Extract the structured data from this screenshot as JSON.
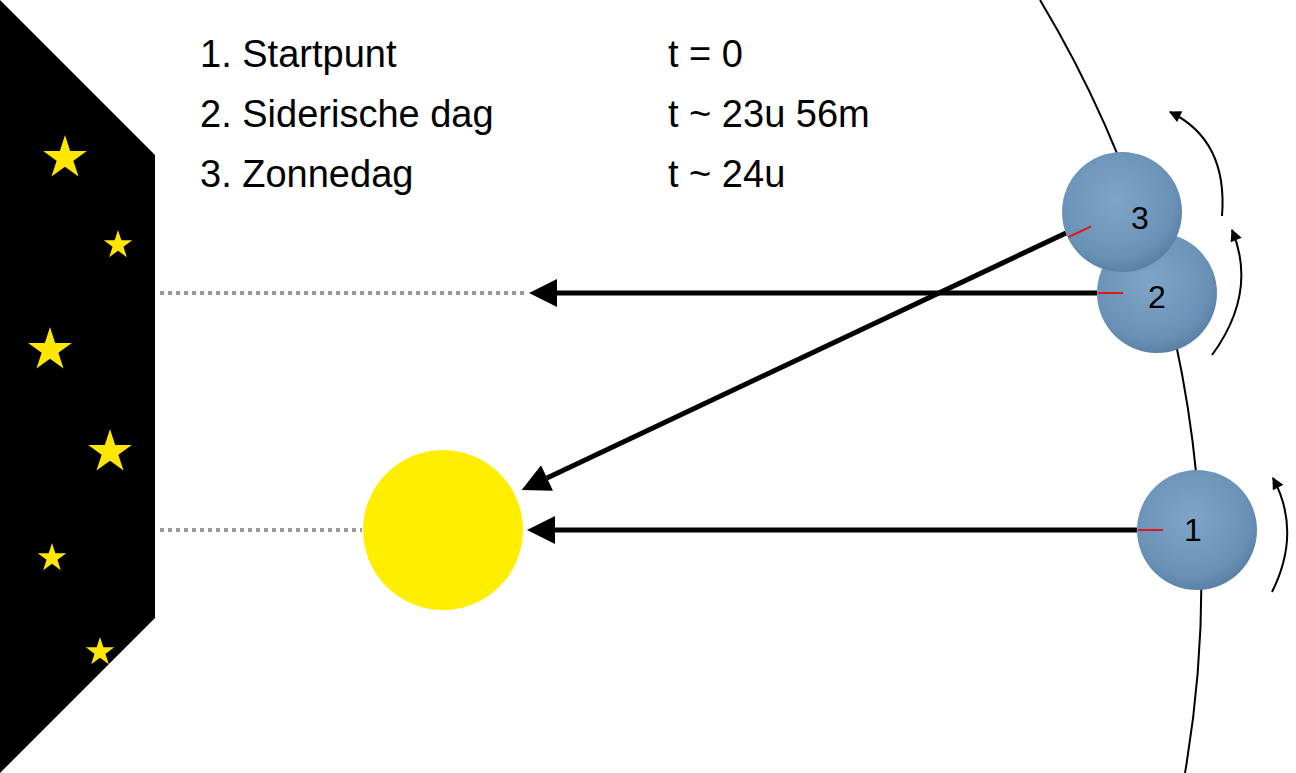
{
  "diagram": {
    "nodes": [
      {
        "text": [
          "1"
        ]
      },
      {
        "text": [
          "2"
        ]
      },
      {
        "text": [
          "3"
        ]
      }
    ],
    "labels": [
      "1. Startpunt",
      "t = 0",
      "2. Siderische dag",
      "t ~ 23u 56m",
      "3. Zonnedag",
      "t ~ 24u"
    ]
  }
}
